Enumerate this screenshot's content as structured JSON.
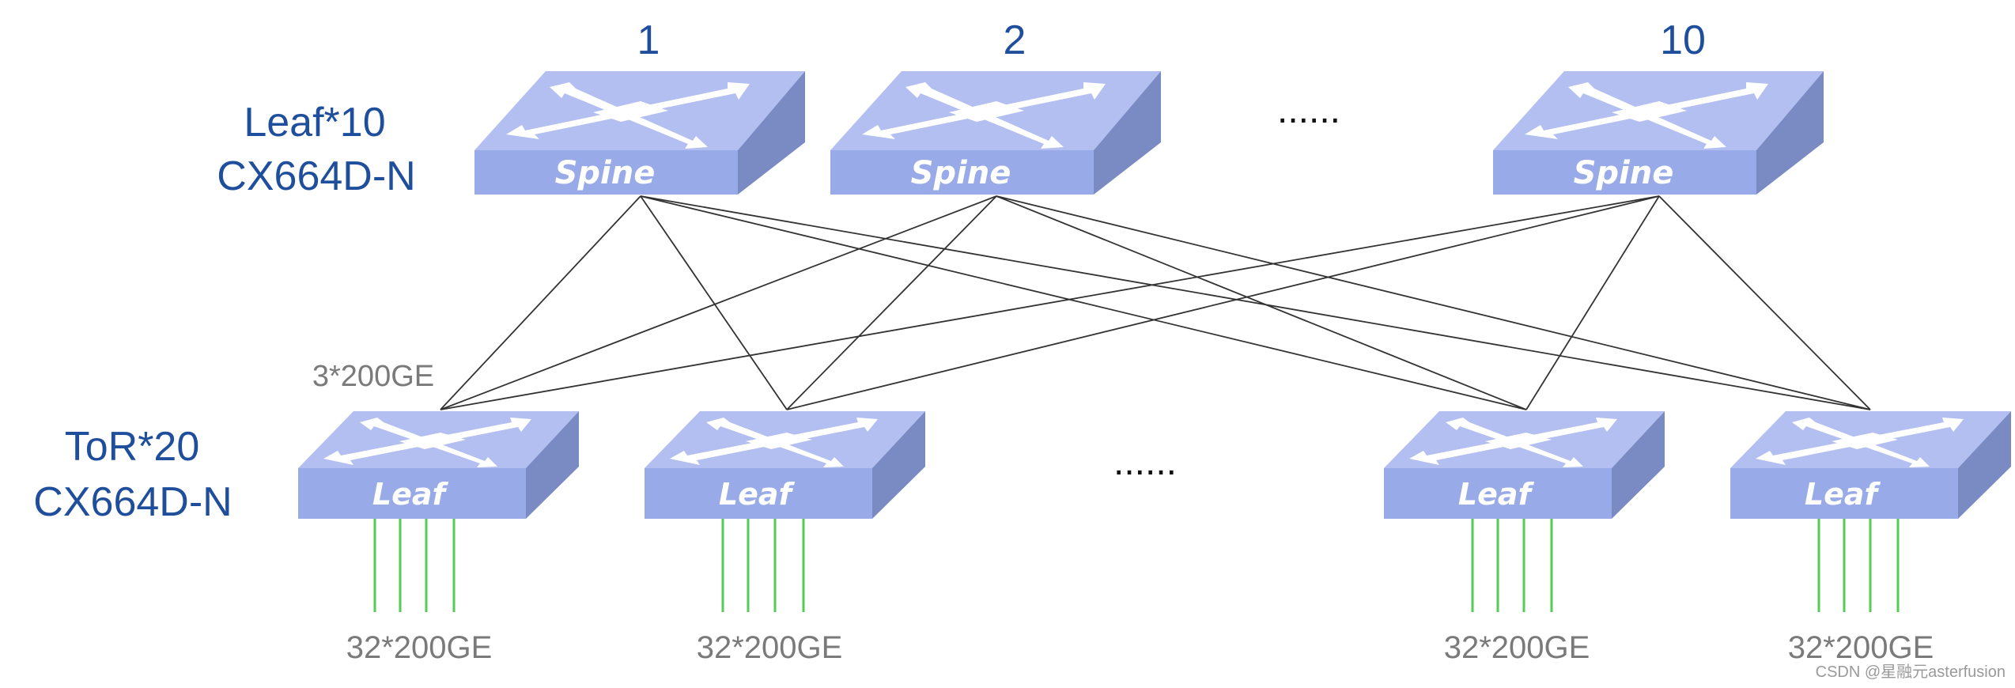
{
  "spine_row": {
    "numbers": [
      "1",
      "2",
      "10"
    ],
    "ellipsis": "......",
    "device_label": "Spine",
    "role_title": "Leaf*10",
    "model": "CX664D-N"
  },
  "leaf_row": {
    "ellipsis": "......",
    "device_label": "Leaf",
    "role_title": "ToR*20",
    "model": "CX664D-N",
    "uplink_label": "3*200GE",
    "downlink_labels": [
      "32*200GE",
      "32*200GE",
      "32*200GE",
      "32*200GE"
    ]
  },
  "colors": {
    "switch_top": "#b3bff0",
    "switch_front": "#98aae8",
    "switch_side": "#7a8bc4",
    "title_blue": "#1f4e9c",
    "label_gray": "#7a7a7a",
    "link_line": "#333333",
    "downlink_green": "#55cc55"
  },
  "watermark": "CSDN @星融元asterfusion"
}
